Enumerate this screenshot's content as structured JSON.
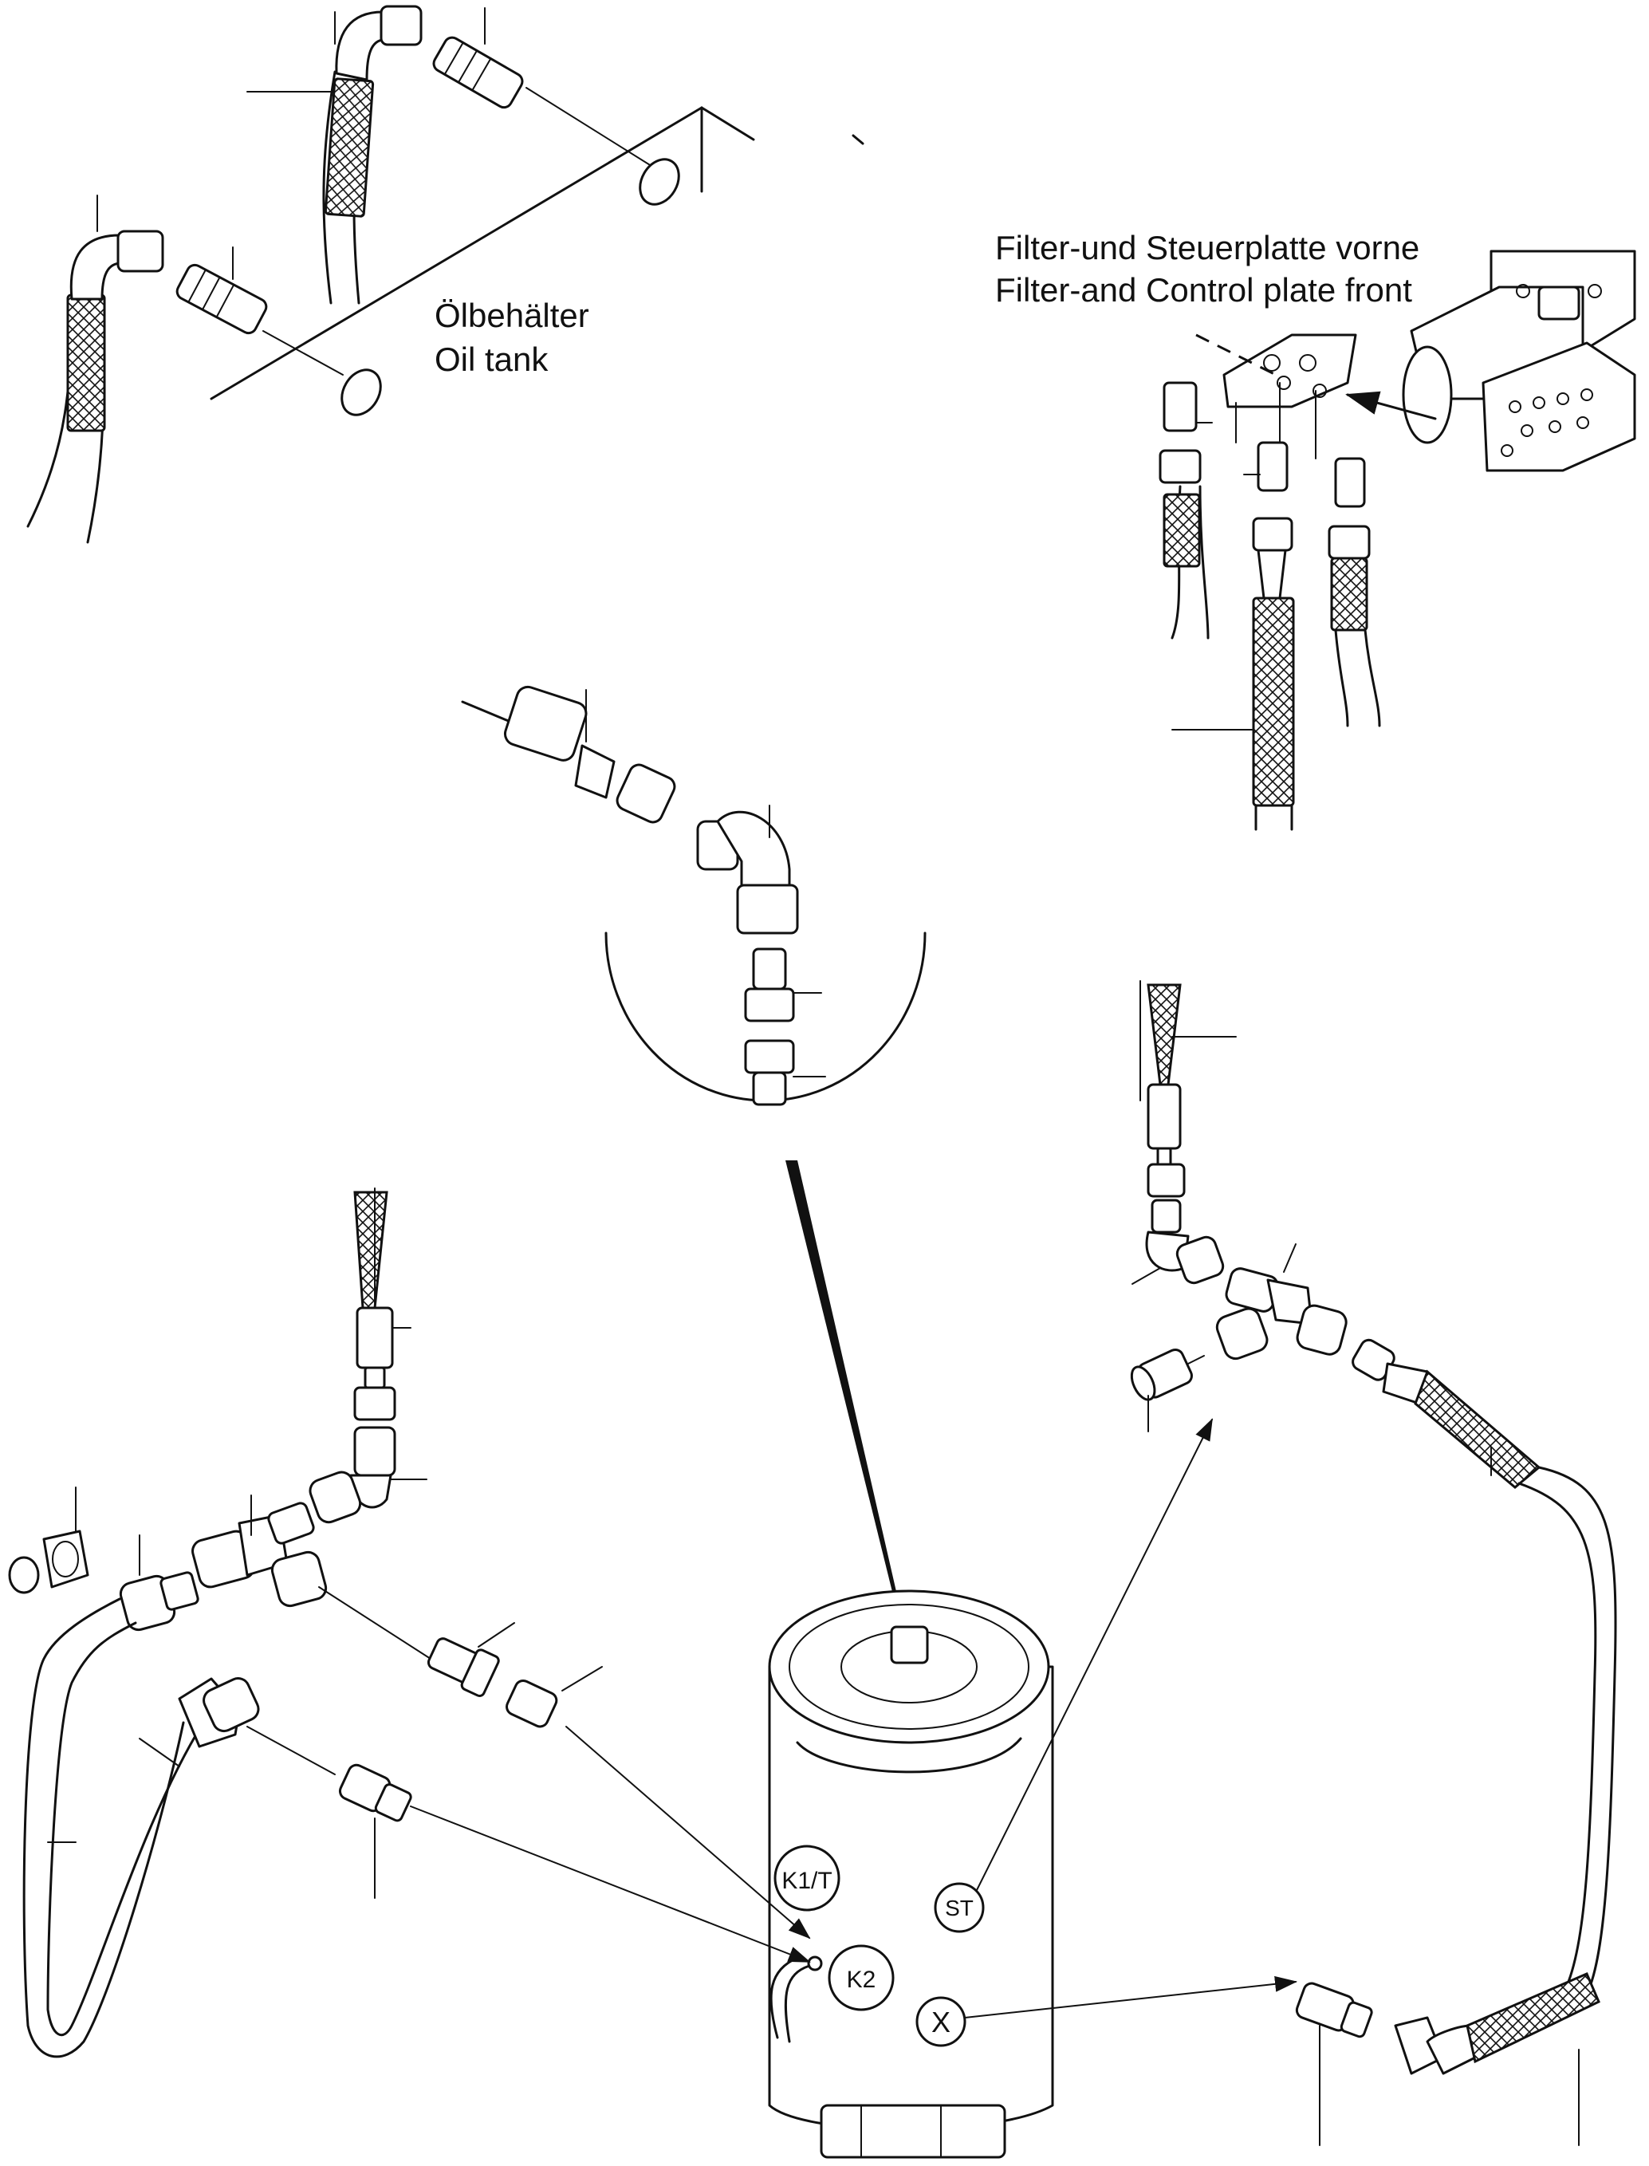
{
  "labels": {
    "oil_tank_de": "Ölbehälter",
    "oil_tank_en": "Oil tank",
    "filter_plate_de": "Filter-und Steuerplatte vorne",
    "filter_plate_en": "Filter-and Control plate front"
  },
  "ports": {
    "k1t": "K1/T",
    "k2": "K2",
    "st": "ST",
    "x": "X"
  }
}
